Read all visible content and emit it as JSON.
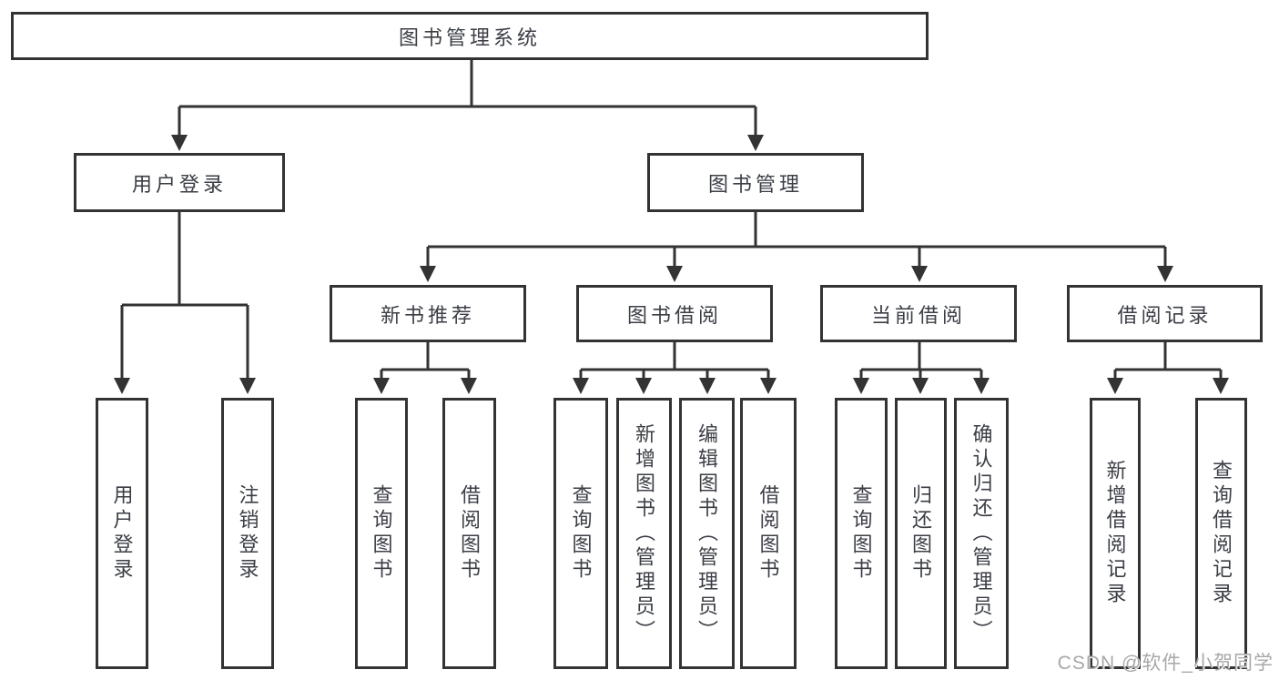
{
  "diagram": {
    "watermark": "CSDN @软件_小贺同学",
    "colors": {
      "line": "#333333",
      "box_border": "#333333",
      "text": "#3b3e45",
      "watermark_text": "#a8a8a8",
      "background": "#ffffff"
    },
    "tree": {
      "root": {
        "label": "图书管理系统"
      },
      "level2": [
        {
          "label": "用户登录",
          "children": [
            {
              "label": "用户登录"
            },
            {
              "label": "注销登录"
            }
          ]
        },
        {
          "label": "图书管理",
          "children": [
            {
              "label": "新书推荐",
              "children": [
                {
                  "label": "查询图书"
                },
                {
                  "label": "借阅图书"
                }
              ]
            },
            {
              "label": "图书借阅",
              "children": [
                {
                  "label": "查询图书"
                },
                {
                  "label": "新增图书（管理员）"
                },
                {
                  "label": "编辑图书（管理员）"
                },
                {
                  "label": "借阅图书"
                }
              ]
            },
            {
              "label": "当前借阅",
              "children": [
                {
                  "label": "查询图书"
                },
                {
                  "label": "归还图书"
                },
                {
                  "label": "确认归还（管理员）"
                }
              ]
            },
            {
              "label": "借阅记录",
              "children": [
                {
                  "label": "新增借阅记录"
                },
                {
                  "label": "查询借阅记录"
                }
              ]
            }
          ]
        }
      ]
    }
  }
}
